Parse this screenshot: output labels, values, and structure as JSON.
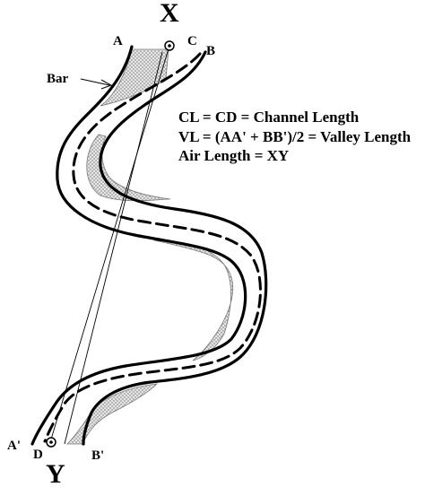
{
  "labels": {
    "top_point": "X",
    "bottom_point": "Y",
    "point_a": "A",
    "point_b": "B",
    "point_c": "C",
    "point_d": "D",
    "point_a_prime": "A'",
    "point_b_prime": "B'",
    "bar": "Bar"
  },
  "equations": {
    "channel": "CL = CD = Channel Length",
    "valley": "VL = (AA' + BB')/2 = Valley Length",
    "air": "Air Length = XY"
  },
  "colors": {
    "stroke": "#000000",
    "bar_fill": "#dcdcdc"
  }
}
